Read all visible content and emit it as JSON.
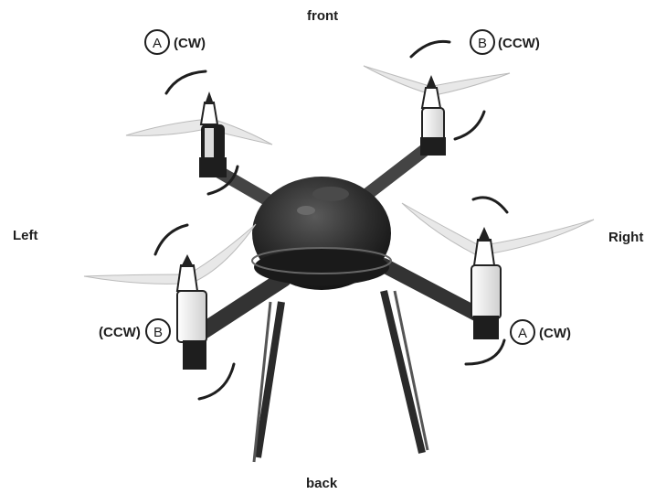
{
  "directions": {
    "front": "front",
    "back": "back",
    "left": "Left",
    "right": "Right"
  },
  "rotors": {
    "front_left": {
      "letter": "A",
      "rotation": "(CW)"
    },
    "front_right": {
      "letter": "B",
      "rotation": "(CCW)"
    },
    "back_left": {
      "letter": "B",
      "rotation": "(CCW)"
    },
    "back_right": {
      "letter": "A",
      "rotation": "(CW)"
    }
  },
  "colors": {
    "body": "#2d2d2d",
    "arm": "#4a4a4a",
    "motor_mount": "#ececec",
    "propeller": "#e8e8e8",
    "outline": "#1e1e1e"
  }
}
